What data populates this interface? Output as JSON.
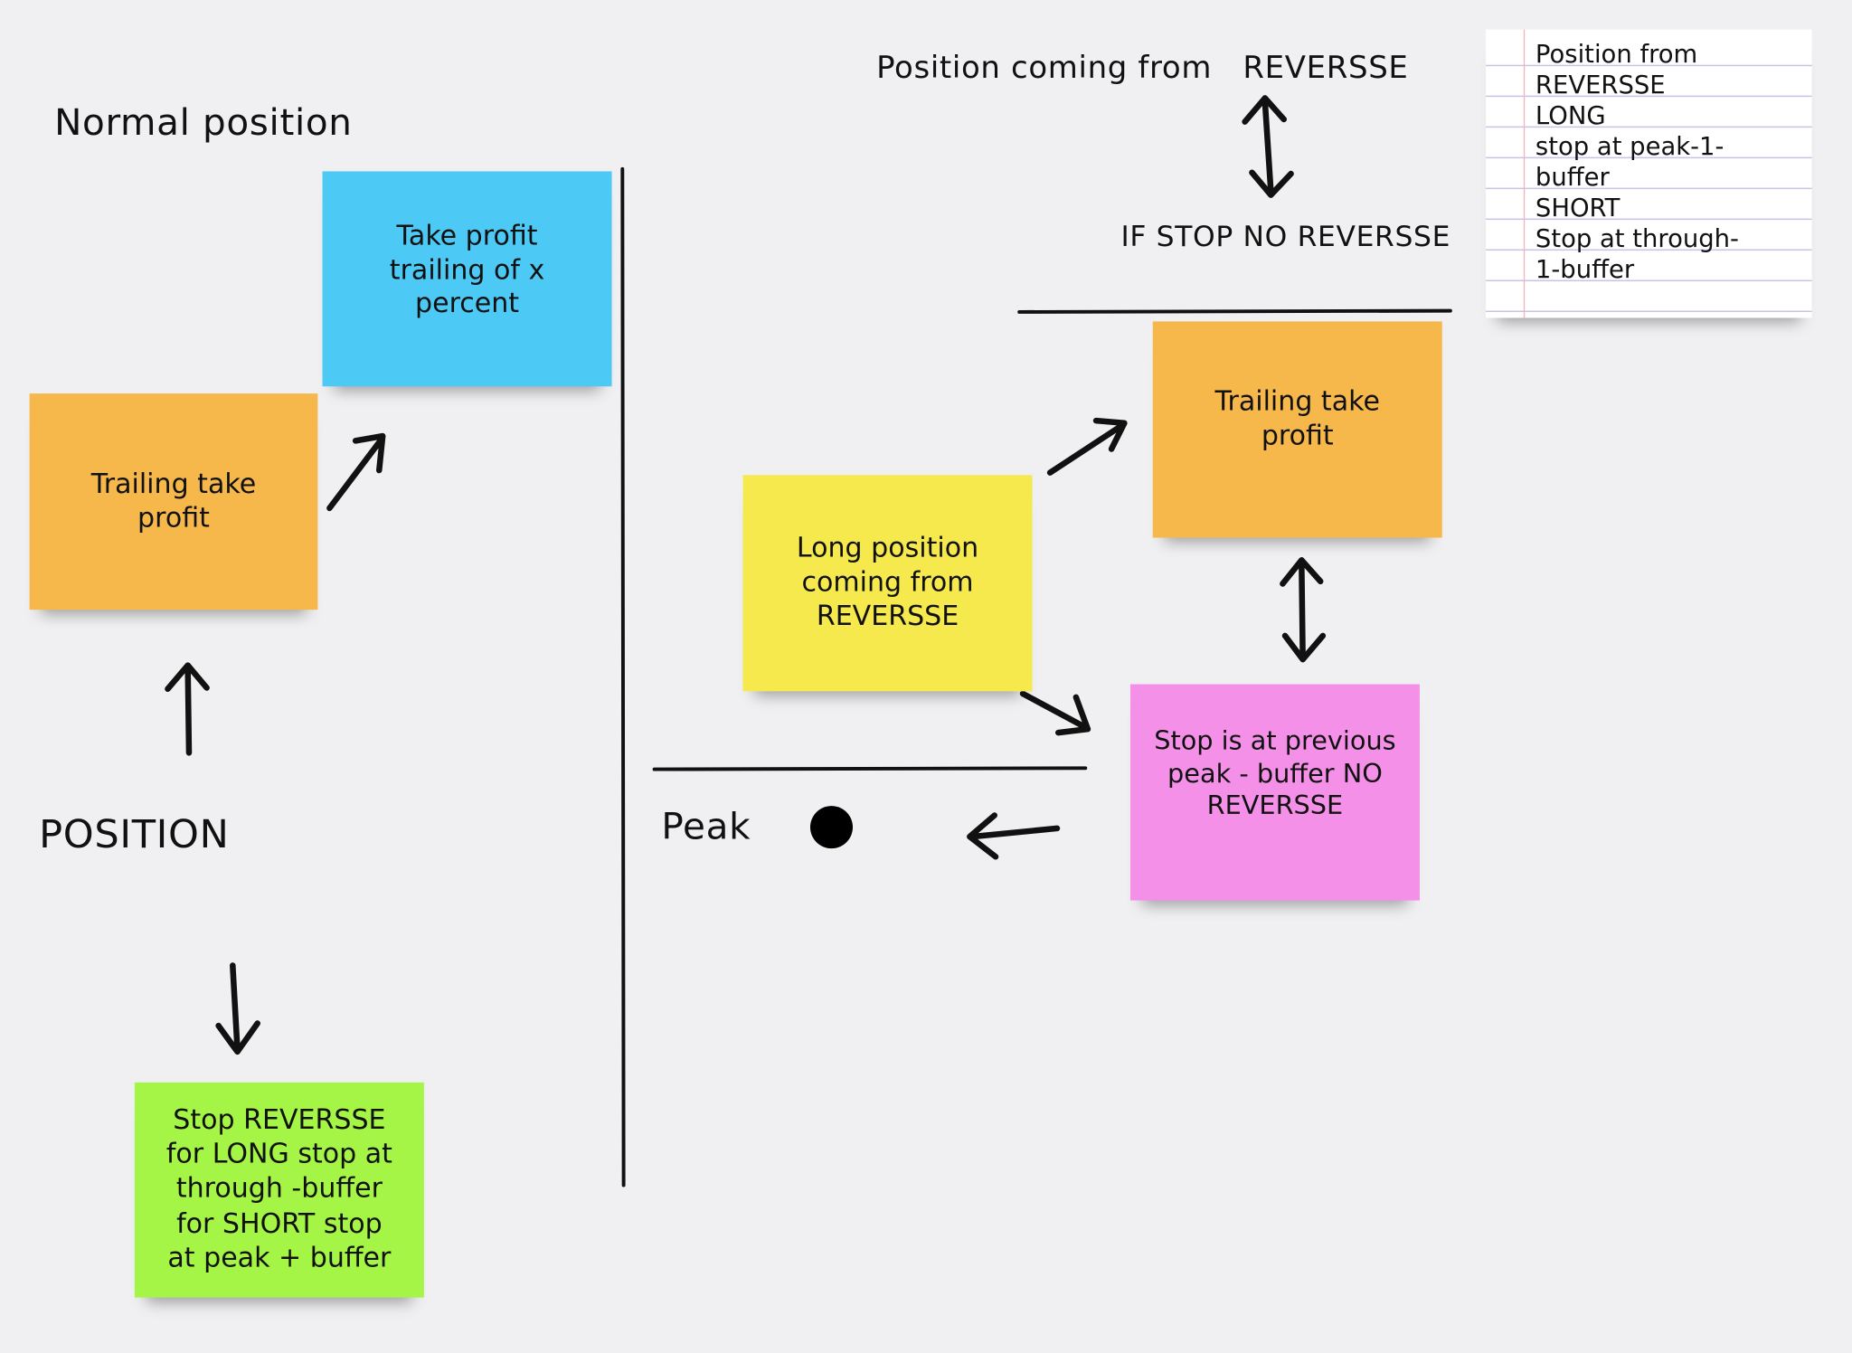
{
  "labels": {
    "normal_position": "Normal position",
    "position": "POSITION",
    "position_coming_from": "Position coming from   REVERSSE",
    "if_stop_no_reversse": "IF STOP NO REVERSSE",
    "peak": "Peak"
  },
  "notes": {
    "trailing_left": "Trailing take\nprofit",
    "take_profit_percent": "Take profit\ntrailing of x\npercent",
    "stop_reversse": "Stop REVERSSE\nfor LONG stop at\nthrough -buffer\nfor SHORT stop\nat peak + buffer",
    "long_position": "Long position\ncoming from\nREVERSSE",
    "trailing_right": "Trailing take\nprofit",
    "stop_previous_peak": "Stop is at previous\npeak - buffer NO\nREVERSSE"
  },
  "paper_note": {
    "lines": [
      "Position from",
      "REVERSSE",
      "LONG",
      "stop at peak-1-",
      "buffer",
      "SHORT",
      "Stop at through-",
      "1-buffer"
    ]
  },
  "colors": {
    "background": "#f0f0f2",
    "orange": "#f7b84b",
    "blue": "#4cc9f5",
    "green": "#a4f545",
    "yellow": "#f5e94e",
    "pink": "#f490e8"
  }
}
